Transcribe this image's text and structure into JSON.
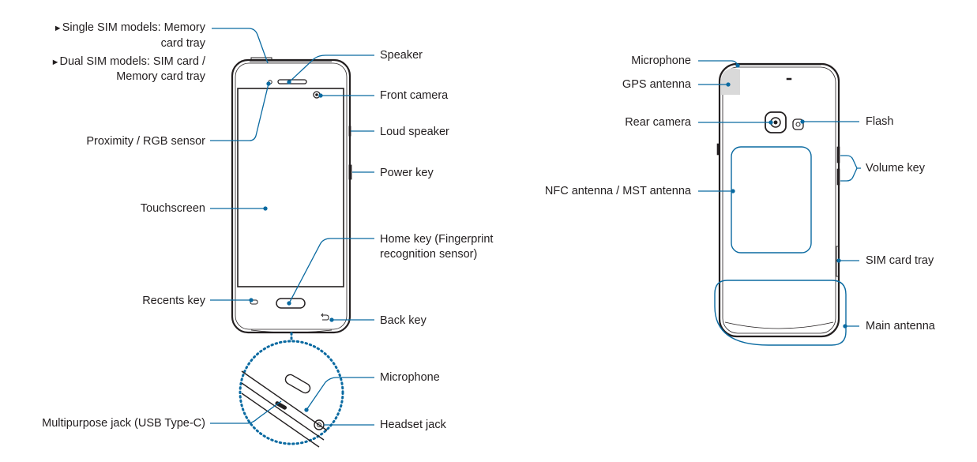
{
  "front_labels": {
    "single_sim_line1": "Single SIM models: Memory",
    "single_sim_line2": "card tray",
    "dual_sim_line1": "Dual SIM models: SIM card /",
    "dual_sim_line2": "Memory card tray",
    "proximity": "Proximity / RGB sensor",
    "touchscreen": "Touchscreen",
    "recents": "Recents key",
    "multipurpose": "Multipurpose jack (USB Type-C)",
    "speaker": "Speaker",
    "front_camera": "Front camera",
    "loud_speaker": "Loud speaker",
    "power": "Power key",
    "home_line1": "Home key (Fingerprint",
    "home_line2": "recognition sensor)",
    "back": "Back key",
    "microphone": "Microphone",
    "headset": "Headset jack"
  },
  "rear_labels": {
    "microphone": "Microphone",
    "gps": "GPS antenna",
    "rear_camera": "Rear camera",
    "nfc": "NFC antenna / MST antenna",
    "flash": "Flash",
    "volume": "Volume key",
    "sim_tray": "SIM card tray",
    "main_antenna": "Main antenna"
  },
  "bullet_symbol": "►",
  "colors": {
    "callout": "#0a6aa1",
    "device": "#231f20",
    "gps_fill": "#d9d9d9"
  }
}
